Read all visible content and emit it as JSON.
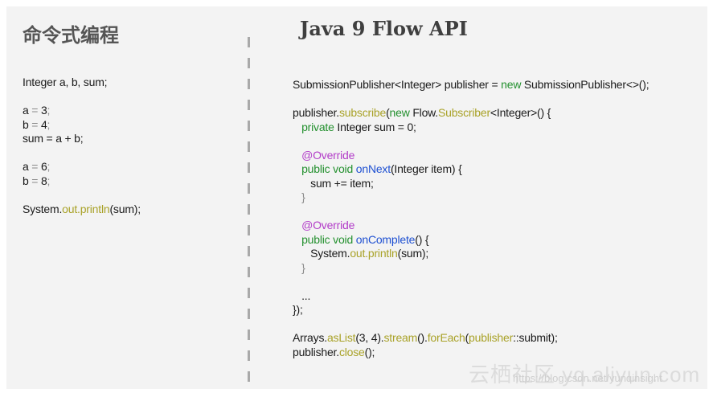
{
  "titles": {
    "left": "命令式编程",
    "right": "Java 9 Flow API"
  },
  "left_code": [
    [
      {
        "t": "Integer a, b, sum;",
        "c": "k"
      }
    ],
    [],
    [
      {
        "t": "a",
        "c": "k"
      },
      {
        "t": " = ",
        "c": "g"
      },
      {
        "t": "3",
        "c": "k"
      },
      {
        "t": ";",
        "c": "g"
      }
    ],
    [
      {
        "t": "b",
        "c": "k"
      },
      {
        "t": " = ",
        "c": "g"
      },
      {
        "t": "4",
        "c": "k"
      },
      {
        "t": ";",
        "c": "g"
      }
    ],
    [
      {
        "t": "sum = a + b;",
        "c": "k"
      }
    ],
    [],
    [
      {
        "t": "a",
        "c": "k"
      },
      {
        "t": " = ",
        "c": "g"
      },
      {
        "t": "6",
        "c": "k"
      },
      {
        "t": ";",
        "c": "g"
      }
    ],
    [
      {
        "t": "b",
        "c": "k"
      },
      {
        "t": " = ",
        "c": "g"
      },
      {
        "t": "8",
        "c": "k"
      },
      {
        "t": ";",
        "c": "g"
      }
    ],
    [],
    [
      {
        "t": "System.",
        "c": "k"
      },
      {
        "t": "out.println",
        "c": "o"
      },
      {
        "t": "(sum);",
        "c": "k"
      }
    ]
  ],
  "right_code": [
    [
      {
        "t": "SubmissionPublisher<Integer> publisher = ",
        "c": "k"
      },
      {
        "t": "new",
        "c": "gr"
      },
      {
        "t": " SubmissionPublisher<>();",
        "c": "k"
      }
    ],
    [],
    [
      {
        "t": "publisher.",
        "c": "k"
      },
      {
        "t": "subscribe",
        "c": "o"
      },
      {
        "t": "(",
        "c": "k"
      },
      {
        "t": "new",
        "c": "gr"
      },
      {
        "t": " Flow.",
        "c": "k"
      },
      {
        "t": "Subscriber",
        "c": "o"
      },
      {
        "t": "<Integer>() {",
        "c": "k"
      }
    ],
    [
      {
        "t": "   ",
        "c": "k"
      },
      {
        "t": "private",
        "c": "gr"
      },
      {
        "t": " Integer sum = 0;",
        "c": "k"
      }
    ],
    [],
    [
      {
        "t": "   ",
        "c": "k"
      },
      {
        "t": "@Override",
        "c": "p"
      }
    ],
    [
      {
        "t": "   ",
        "c": "k"
      },
      {
        "t": "public",
        "c": "gr"
      },
      {
        "t": " ",
        "c": "k"
      },
      {
        "t": "void",
        "c": "gr"
      },
      {
        "t": " ",
        "c": "k"
      },
      {
        "t": "onNext",
        "c": "b"
      },
      {
        "t": "(Integer item) {",
        "c": "k"
      }
    ],
    [
      {
        "t": "      sum += item;",
        "c": "k"
      }
    ],
    [
      {
        "t": "   }",
        "c": "g"
      }
    ],
    [],
    [
      {
        "t": "   ",
        "c": "k"
      },
      {
        "t": "@Override",
        "c": "p"
      }
    ],
    [
      {
        "t": "   ",
        "c": "k"
      },
      {
        "t": "public",
        "c": "gr"
      },
      {
        "t": " ",
        "c": "k"
      },
      {
        "t": "void",
        "c": "gr"
      },
      {
        "t": " ",
        "c": "k"
      },
      {
        "t": "onComplete",
        "c": "b"
      },
      {
        "t": "() {",
        "c": "k"
      }
    ],
    [
      {
        "t": "      System.",
        "c": "k"
      },
      {
        "t": "out.println",
        "c": "o"
      },
      {
        "t": "(sum);",
        "c": "k"
      }
    ],
    [
      {
        "t": "   }",
        "c": "g"
      }
    ],
    [],
    [
      {
        "t": "   ...",
        "c": "k"
      }
    ],
    [
      {
        "t": "});",
        "c": "k"
      }
    ],
    [],
    [
      {
        "t": "Arrays.",
        "c": "k"
      },
      {
        "t": "asList",
        "c": "o"
      },
      {
        "t": "(3, 4).",
        "c": "k"
      },
      {
        "t": "stream",
        "c": "o"
      },
      {
        "t": "().",
        "c": "k"
      },
      {
        "t": "forEach",
        "c": "o"
      },
      {
        "t": "(",
        "c": "k"
      },
      {
        "t": "publisher",
        "c": "o"
      },
      {
        "t": "::submit);",
        "c": "k"
      }
    ],
    [
      {
        "t": "publisher.",
        "c": "k"
      },
      {
        "t": "close",
        "c": "o"
      },
      {
        "t": "();",
        "c": "k"
      }
    ]
  ],
  "watermark": {
    "logo_text": "云栖社区 yq.aliyun.com",
    "url": "https://blog.csdn.net/yunqinsight"
  },
  "colors": {
    "background": "#f3f3f3",
    "default_text": "#1a1a1a",
    "method_olive": "#a9a228",
    "keyword_green": "#23902e",
    "annotation_purple": "#b23cc8",
    "method_decl_blue": "#1e50d2",
    "divider": "#a9a9a9"
  }
}
